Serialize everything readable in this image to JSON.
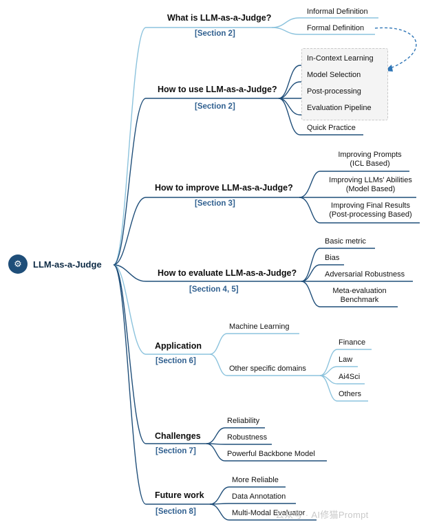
{
  "root": {
    "label": "LLM-as-a-Judge",
    "icon": "robot-judge-icon"
  },
  "branches": {
    "what": {
      "title": "What is LLM-as-a-Judge?",
      "section": "[Section 2]",
      "leaves": [
        "Informal Definition",
        "Formal Definition"
      ]
    },
    "how_use": {
      "title": "How to use LLM-as-a-Judge?",
      "section": "[Section 2]",
      "leaves": [
        "In-Context Learning",
        "Model Selection",
        "Post-processing",
        "Evaluation Pipeline",
        "Quick Practice"
      ]
    },
    "how_improve": {
      "title": "How to improve LLM-as-a-Judge?",
      "section": "[Section 3]",
      "leaves": [
        {
          "line1": "Improving Prompts",
          "line2": "(ICL Based)"
        },
        {
          "line1": "Improving LLMs' Abilities",
          "line2": "(Model Based)"
        },
        {
          "line1": "Improving Final Results",
          "line2": "(Post-processing Based)"
        }
      ]
    },
    "how_eval": {
      "title": "How to evaluate LLM-as-a-Judge?",
      "section": "[Section 4, 5]",
      "leaves": [
        "Basic metric",
        "Bias",
        "Adversarial Robustness"
      ],
      "leaf_multi": {
        "line1": "Meta-evaluation",
        "line2": "Benchmark"
      }
    },
    "application": {
      "title": "Application",
      "section": "[Section 6]",
      "leaves": [
        "Machine Learning",
        "Other specific domains"
      ],
      "domains": [
        "Finance",
        "Law",
        "Ai4Sci",
        "Others"
      ]
    },
    "challenges": {
      "title": "Challenges",
      "section": "[Section 7]",
      "leaves": [
        "Reliability",
        "Robustness",
        "Powerful Backbone Model"
      ]
    },
    "future": {
      "title": "Future work",
      "section": "[Section 8]",
      "leaves": [
        "More Reliable",
        "Data Annotation",
        "Multi-Modal Evaluator"
      ]
    }
  },
  "watermark": "公众号 · AI修猫Prompt",
  "colors": {
    "dark": "#1f4e79",
    "light": "#8cc3dd",
    "section": "#2f5f8f",
    "arrow": "#2e75b6"
  }
}
